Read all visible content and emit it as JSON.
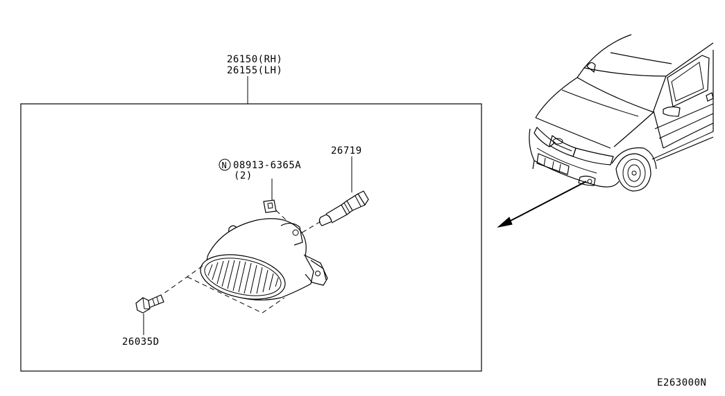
{
  "assembly": {
    "part_rh": "26150(RH)",
    "part_lh": "26155(LH)"
  },
  "parts": {
    "nut_symbol": "N",
    "nut_number": "08913-6365A",
    "nut_qty": "(2)",
    "bulb": "26719",
    "bolt": "26035D"
  },
  "figure_code": "E263000N"
}
